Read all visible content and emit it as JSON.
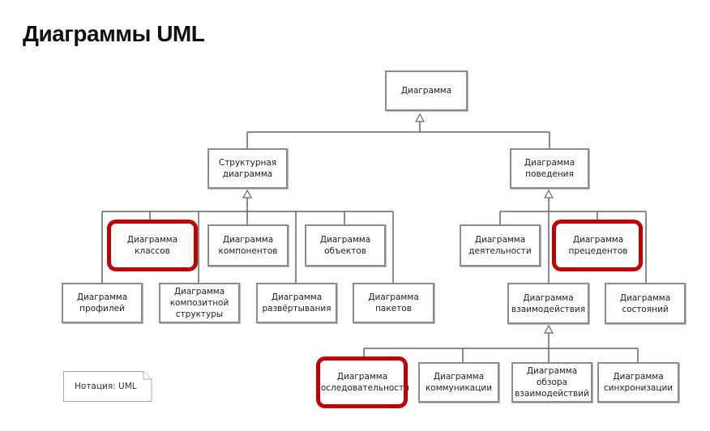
{
  "title": "Диаграммы UML",
  "note": "Нотация: UML",
  "highlight_color": "#c00000",
  "nodes": {
    "root": "Диаграмма",
    "structural": "Структурная\nдиаграмма",
    "behavior": "Диаграмма\nповедения",
    "classes": "Диаграмма\nклассов",
    "components": "Диаграмма\nкомпонентов",
    "objects": "Диаграмма\nобъектов",
    "profiles": "Диаграмма\nпрофилей",
    "composite": "Диаграмма\nкомпозитной\nструктуры",
    "deployment": "Диаграмма\nразвёртывания",
    "packages": "Диаграмма\nпакетов",
    "activity": "Диаграмма\nдеятельности",
    "usecase": "Диаграмма\nпрецедентов",
    "interaction": "Диаграмма\nвзаимодействия",
    "states": "Диаграмма\nсостояний",
    "sequence": "Диаграмма\nпоследовательности",
    "communication": "Диаграмма\nкоммуникации",
    "overview": "Диаграмма\nобзора\nвзаимодействий",
    "timing": "Диаграмма\nсинхронизации"
  },
  "highlighted": [
    "classes",
    "usecase",
    "sequence"
  ]
}
